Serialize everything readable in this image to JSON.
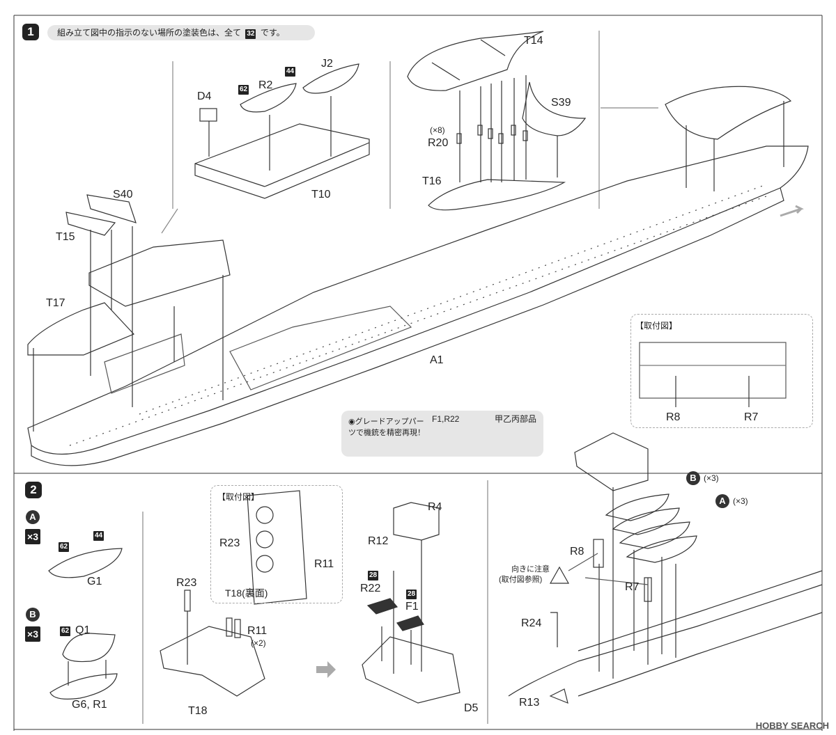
{
  "step1": {
    "number": "1",
    "note_pre": "組み立て図中の指示のない場所の塗装色は、全て",
    "note_chip": "32",
    "note_post": "です。"
  },
  "parts": {
    "T14": "T14",
    "S39": "S39",
    "R20": "R20",
    "R20_qty": "(×8)",
    "T16": "T16",
    "D4": "D4",
    "R2": "R2",
    "J2": "J2",
    "T10": "T10",
    "S40": "S40",
    "T15": "T15",
    "T17": "T17",
    "A1": "A1",
    "R8": "R8",
    "R7": "R7"
  },
  "chips": {
    "c62": "62",
    "c44": "44",
    "c28": "28"
  },
  "mount1": {
    "title": "【取付図】",
    "R8": "R8",
    "R7": "R7"
  },
  "upgrade": {
    "text": "◉グレードアップパーツで機銃を精密再現！",
    "parts": "F1,R22",
    "result": "甲乙丙部品"
  },
  "step2": {
    "number": "2",
    "A_label": "A",
    "A_times": "×3",
    "G1": "G1",
    "B_label": "B",
    "B_times": "×3",
    "Q1": "Q1",
    "G6R1": "G6, R1",
    "mount_title": "【取付図】",
    "R23": "R23",
    "R11": "R11",
    "T18_back": "T18(裏面)",
    "R23b": "R23",
    "R11b": "R11",
    "R11_qty": "(×2)",
    "T18": "T18",
    "R4": "R4",
    "R12": "R12",
    "R22": "R22",
    "F1": "F1",
    "D5": "D5",
    "B_ref": "B",
    "B_ref_qty": "(×3)",
    "A_ref": "A",
    "A_ref_qty": "(×3)",
    "R8": "R8",
    "caution": "向きに注意",
    "caution2": "(取付図参照)",
    "R7": "R7",
    "R24": "R24",
    "R13": "R13"
  },
  "watermark": "HOBBY SEARCH"
}
